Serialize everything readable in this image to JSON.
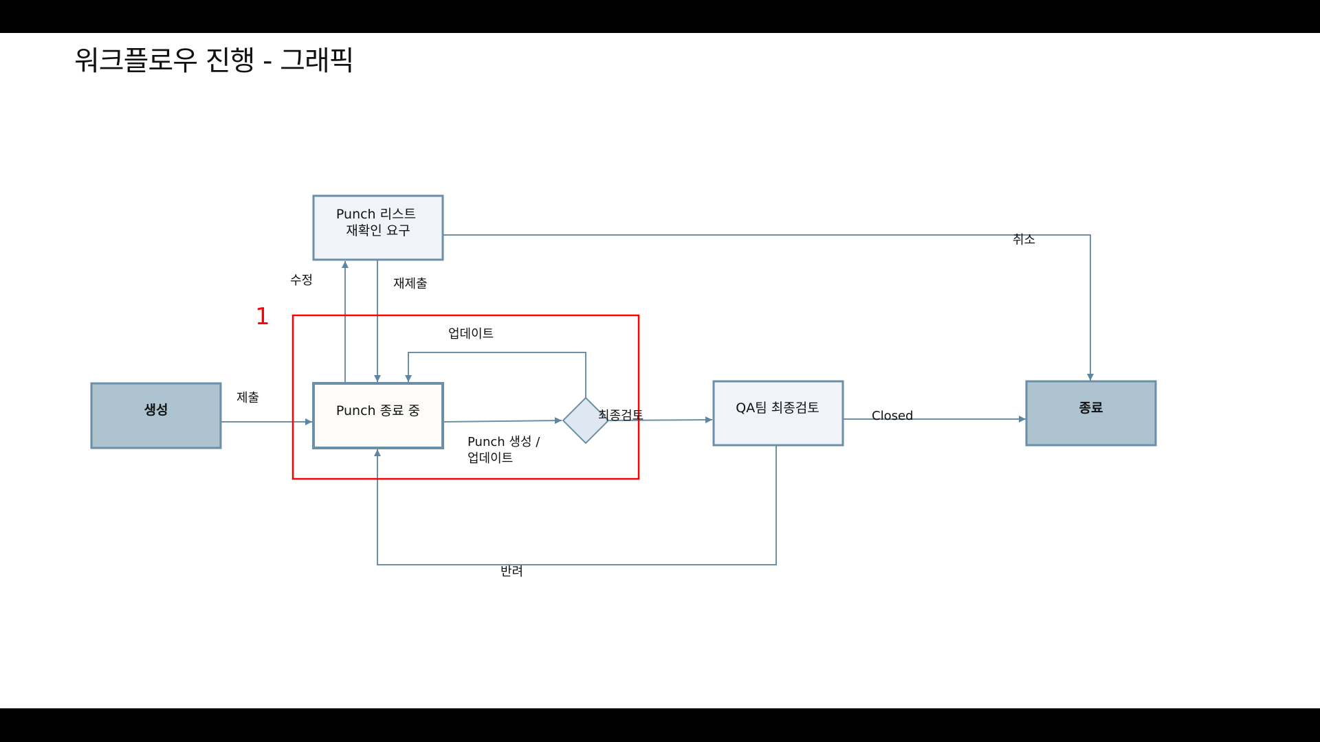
{
  "title": "워크플로우 진행 - 그래픽",
  "colors": {
    "edge": "#6a8fa6",
    "node_dark_fill": "#adc3cf",
    "node_light_fill": "#f0f4f9",
    "node_active_fill": "#fdfcf8",
    "node_border": "#6a8fa6",
    "highlight": "#ff0000"
  },
  "highlight": {
    "label": "1"
  },
  "nodes": {
    "create": {
      "label": "생성"
    },
    "recheck": {
      "line1": "Punch 리스트",
      "line2": "재확인 요구"
    },
    "in_progress": {
      "label": "Punch 종료 중"
    },
    "decision": {
      "label": "최종검토"
    },
    "qa_review": {
      "label": "QA팀 최종검토"
    },
    "end": {
      "label": "종료"
    }
  },
  "edges": {
    "submit": "제출",
    "modify": "수정",
    "resubmit": "재제출",
    "update_loop": "업데이트",
    "create_update_line1": "Punch 생성 /",
    "create_update_line2": "업데이트",
    "closed": "Closed",
    "cancel": "취소",
    "reject": "반려"
  }
}
